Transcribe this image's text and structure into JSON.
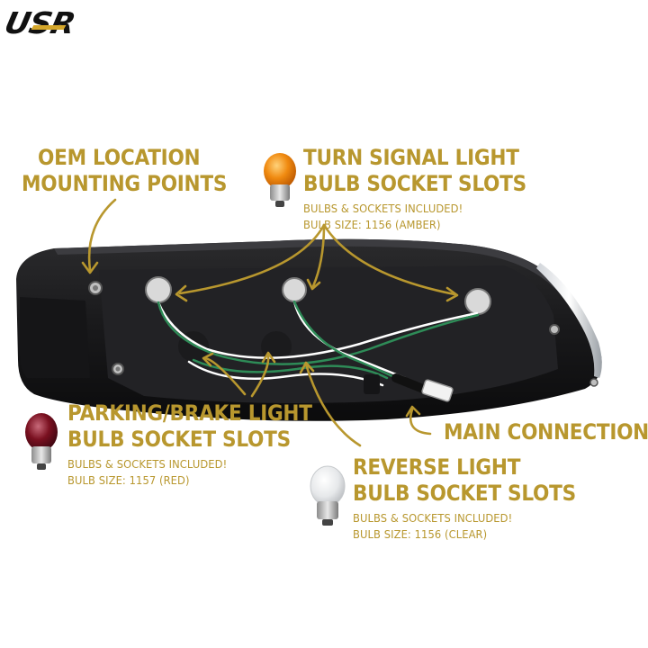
{
  "brand": {
    "logo_text": "USR",
    "accent_color": "#b8972e",
    "logo_stripe_color": "#d4a62a"
  },
  "callouts": {
    "oem_location": {
      "line1": "OEM LOCATION",
      "line2": "MOUNTING POINTS"
    },
    "turn_signal": {
      "line1": "TURN SIGNAL LIGHT",
      "line2": "BULB SOCKET SLOTS",
      "note": "BULBS & SOCKETS INCLUDED!",
      "bulb_size": "BULB SIZE: 1156 (AMBER)",
      "bulb_icon": "amber-bulb-icon"
    },
    "parking_brake": {
      "line1": "PARKING/BRAKE LIGHT",
      "line2": "BULB SOCKET SLOTS",
      "note": "BULBS & SOCKETS INCLUDED!",
      "bulb_size": "BULB SIZE: 1157 (RED)",
      "bulb_icon": "red-bulb-icon"
    },
    "main_connection": {
      "line1": "MAIN CONNECTION"
    },
    "reverse": {
      "line1": "REVERSE LIGHT",
      "line2": "BULB SOCKET SLOTS",
      "note": "BULBS & SOCKETS INCLUDED!",
      "bulb_size": "BULB SIZE: 1156 (CLEAR)",
      "bulb_icon": "clear-bulb-icon"
    }
  },
  "product": {
    "image_icon": "headlight-housing-rear-icon"
  }
}
